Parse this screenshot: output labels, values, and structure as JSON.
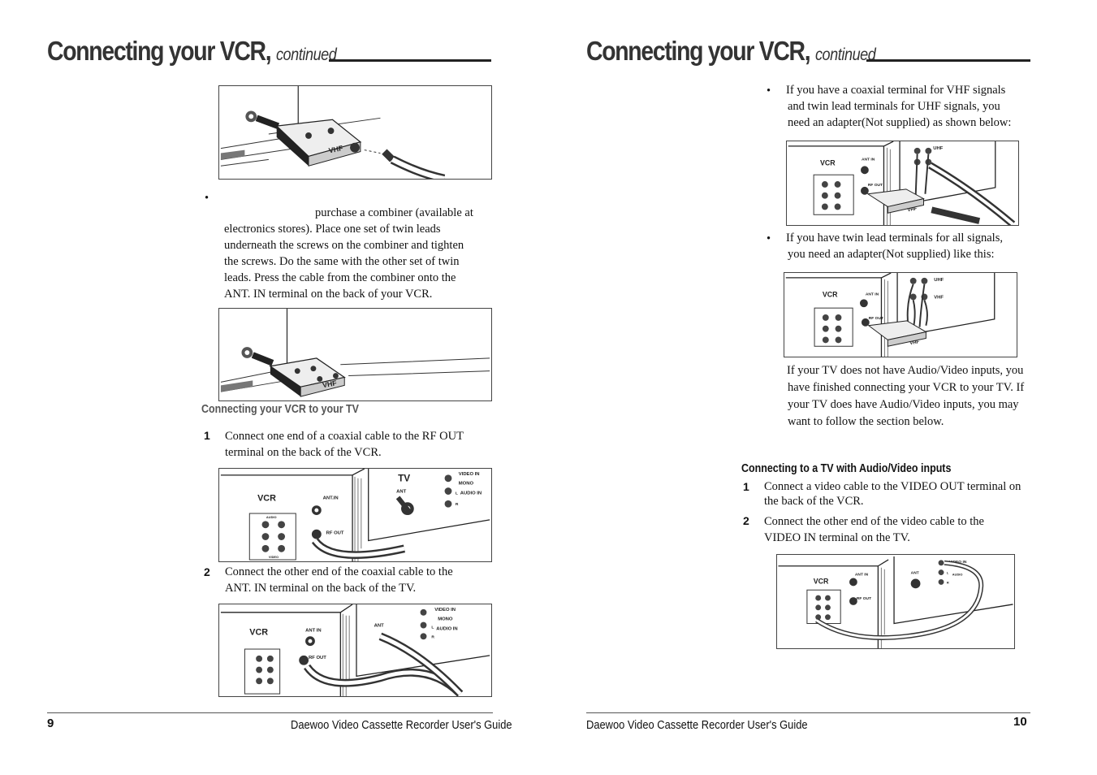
{
  "left_page": {
    "title": "Connecting your VCR,",
    "title_continued": "continued",
    "bullet_char": "•",
    "bullet_text_lines": [
      "purchase a combiner (available at",
      "electronics stores). Place one set of twin leads",
      "underneath the screws on the combiner and tighten",
      "the screws. Do the same with the other set of twin",
      "leads. Press the cable from the combiner onto the",
      "ANT. IN terminal on the back of your VCR."
    ],
    "section_heading": "Connecting your VCR to your TV",
    "steps": [
      {
        "num": "1",
        "lines": [
          "Connect one end of a coaxial cable to the RF OUT",
          "terminal on the back of the VCR."
        ]
      },
      {
        "num": "2",
        "lines": [
          "Connect the other end of the coaxial cable to the",
          "ANT. IN terminal on the back of the TV."
        ]
      }
    ],
    "page_number": "9",
    "footer": "Daewoo Video Cassette Recorder User's Guide",
    "figure_labels": {
      "vhf": "VHF",
      "vcr": "VCR",
      "tv": "TV",
      "ant_in": "ANT.IN",
      "ant_in2": "ANT IN",
      "rf_out": "RF OUT",
      "ant": "ANT",
      "video_in": "VIDEO IN",
      "mono": "MONO",
      "audio_in": "AUDIO IN",
      "l": "L",
      "r": "R",
      "audio": "AUDIO",
      "video": "VIDEO"
    }
  },
  "right_page": {
    "title": "Connecting your VCR,",
    "title_continued": "continued",
    "bullets": [
      {
        "char": "•",
        "lines": [
          "If you have a coaxial terminal for VHF signals",
          "and twin lead terminals for UHF signals, you",
          "need an adapter(Not supplied) as shown below:"
        ]
      },
      {
        "char": "•",
        "lines": [
          "If you have twin lead terminals for all signals,",
          "you need an adapter(Not supplied) like this:"
        ]
      }
    ],
    "paragraph_lines": [
      "If your TV does not have Audio/Video inputs, you",
      "have finished connecting your VCR to your TV. If",
      "your TV does have Audio/Video inputs, you may",
      "want to follow the section below."
    ],
    "section_heading": "Connecting to a TV with Audio/Video inputs",
    "steps": [
      {
        "num": "1",
        "lines": [
          "Connect a video cable to the VIDEO OUT terminal on",
          "the back of the VCR."
        ]
      },
      {
        "num": "2",
        "lines": [
          "Connect the other end of the video cable to the",
          "VIDEO IN terminal on the TV."
        ]
      }
    ],
    "page_number": "10",
    "footer": "Daewoo Video Cassette Recorder User's Guide",
    "figure_labels": {
      "vcr": "VCR",
      "uhf": "UHF",
      "vhf": "VHF",
      "ant_in": "ANT IN",
      "rf_out": "RF OUT",
      "ant": "ANT",
      "video_in": "VIDEO IN",
      "audio": "AUDIO",
      "l": "L",
      "r": "R"
    }
  }
}
